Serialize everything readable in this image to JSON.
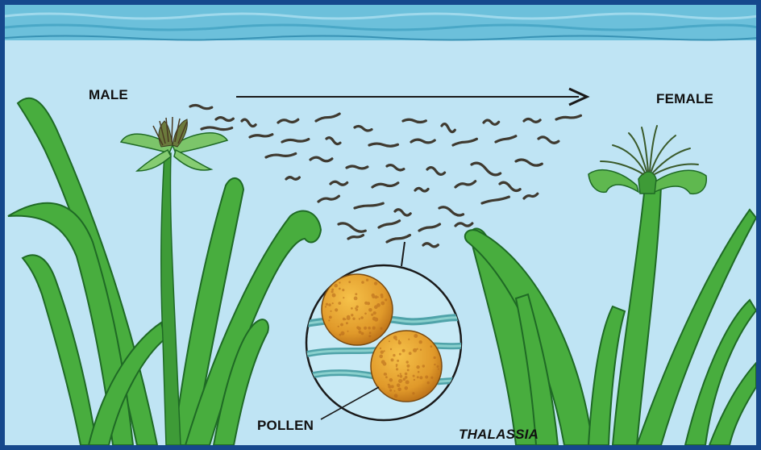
{
  "labels": {
    "male": "MALE",
    "female": "FEMALE",
    "pollen": "POLLEN",
    "species": "THALASSIA"
  },
  "colors": {
    "frame": "#16488c",
    "water": "#bfe4f4",
    "surface": "#69bfd9",
    "leaf": "#48ad3e",
    "leaf_dark": "#1f6a25",
    "pollen_grain": "#e2a22b",
    "pollen_strand": "#3f3a30"
  }
}
